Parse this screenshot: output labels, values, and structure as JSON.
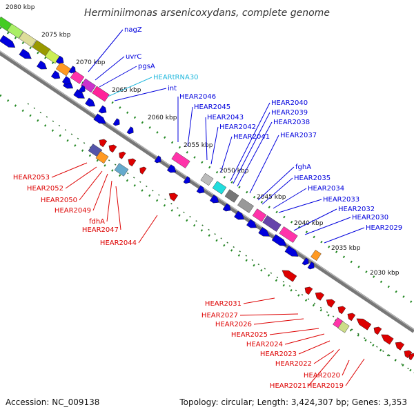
{
  "title": "Herminiimonas arsenicoxydans, complete genome",
  "footer": {
    "accession": "Accession: NC_009138",
    "summary": "Topology: circular; Length: 3,424,307 bp; Genes: 3,353"
  },
  "colors": {
    "forward": "#0000dd",
    "reverse": "#dd0000",
    "trna": "#22b8dd",
    "backbone": "#777777",
    "ticks": "#228822"
  },
  "ticks": [
    "2080 kbp",
    "2075 kbp",
    "2070 kbp",
    "2065 kbp",
    "2060 kbp",
    "2055 kbp",
    "2050 kbp",
    "2045 kbp",
    "2040 kbp",
    "2035 kbp",
    "2030 kbp"
  ],
  "forward_labels": [
    "nagZ",
    "uvrC",
    "pgsA",
    "HEARtRNA30",
    "int",
    "HEAR2046",
    "HEAR2045",
    "HEAR2043",
    "HEAR2042",
    "HEAR2041",
    "HEAR2040",
    "HEAR2039",
    "HEAR2038",
    "HEAR2037",
    "fghA",
    "HEAR2035",
    "HEAR2034",
    "HEAR2033",
    "HEAR2032",
    "HEAR2030",
    "HEAR2029"
  ],
  "reverse_left_labels": [
    "HEAR2053",
    "HEAR2052",
    "HEAR2050",
    "HEAR2049",
    "fdhA",
    "HEAR2047",
    "HEAR2044"
  ],
  "reverse_bottom_labels": [
    "HEAR2031",
    "HEAR2027",
    "HEAR2026",
    "HEAR2025",
    "HEAR2024",
    "HEAR2023",
    "HEAR2022",
    "HEAR2020",
    "HEAR2021",
    "HEAR2019"
  ]
}
